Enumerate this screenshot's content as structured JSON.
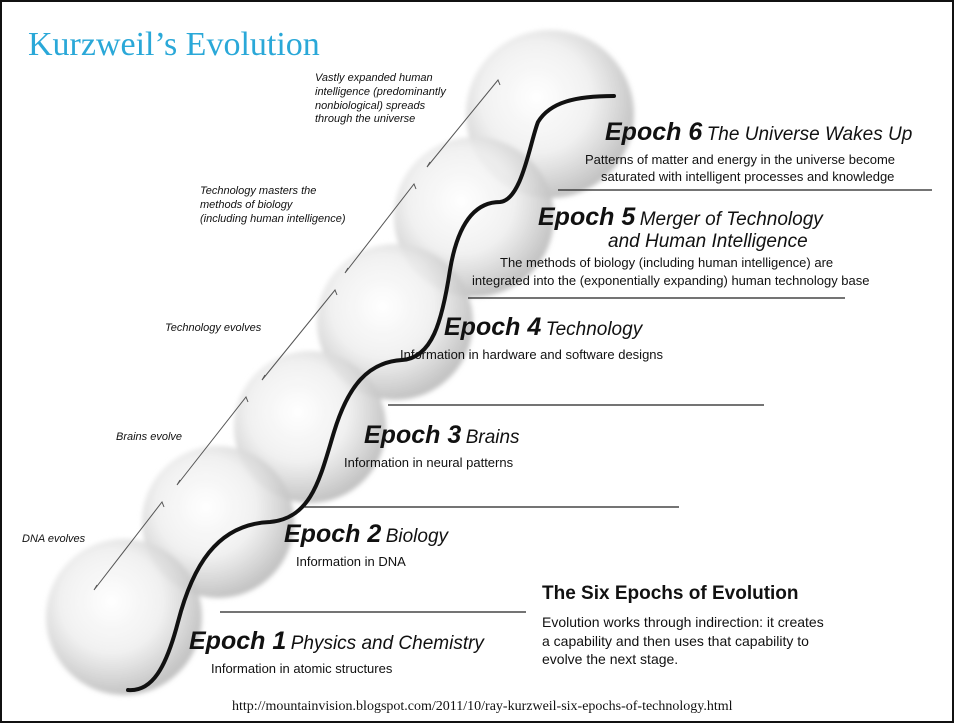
{
  "slide_title": "Kurzweil’s Evolution",
  "epochs": [
    {
      "number": "Epoch 1",
      "name": "Physics and Chemistry",
      "description": [
        "Information in atomic structures"
      ]
    },
    {
      "number": "Epoch 2",
      "name": "Biology",
      "description": [
        "Information in DNA"
      ]
    },
    {
      "number": "Epoch 3",
      "name": "Brains",
      "description": [
        "Information in neural patterns"
      ]
    },
    {
      "number": "Epoch 4",
      "name": "Technology",
      "description": [
        "Information in hardware and software designs"
      ]
    },
    {
      "number": "Epoch 5",
      "name": "Merger of Technology",
      "name_line2": "and Human Intelligence",
      "description": [
        "The methods of biology (including human intelligence) are",
        "integrated into the (exponentially expanding) human technology base"
      ]
    },
    {
      "number": "Epoch 6",
      "name": "The Universe Wakes Up",
      "description": [
        "Patterns of matter and energy in the universe become",
        "saturated with intelligent processes and knowledge"
      ]
    }
  ],
  "transitions": [
    {
      "lines": [
        "DNA evolves"
      ]
    },
    {
      "lines": [
        "Brains evolve"
      ]
    },
    {
      "lines": [
        "Technology evolves"
      ]
    },
    {
      "lines": [
        "Technology masters the",
        "methods of biology",
        "(including human intelligence)"
      ]
    },
    {
      "lines": [
        "Vastly expanded human",
        "intelligence (predominantly",
        "nonbiological) spreads",
        "through the universe"
      ]
    }
  ],
  "six_epochs": {
    "title": "The Six Epochs of Evolution",
    "text": [
      "Evolution works through indirection: it creates",
      "a capability and then uses that capability to",
      "evolve the next stage."
    ]
  },
  "source_url": "http://mountainvision.blogspot.com/2011/10/ray-kurzweil-six-epochs-of-technology.html"
}
